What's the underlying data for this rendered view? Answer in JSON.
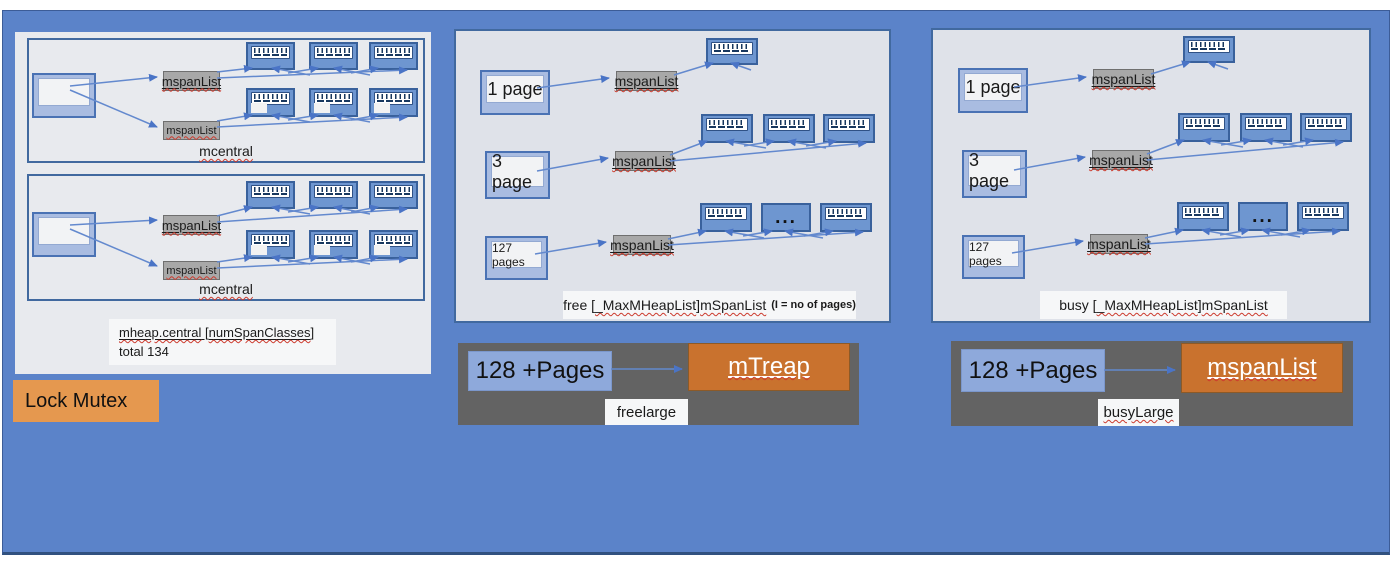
{
  "left_panel": {
    "mcentral": [
      {
        "label": "mcentral",
        "list_top": "mspanList",
        "list_bottom": "mspanList"
      },
      {
        "label": "mcentral",
        "list_top": "mspanList",
        "list_bottom": "mspanList"
      }
    ],
    "caption": {
      "name": "mheap.central",
      "bracket_open": " [",
      "classes": "numSpanClasses",
      "bracket_close": "]",
      "total": "total 134"
    }
  },
  "lock_mutex": {
    "label": "Lock Mutex"
  },
  "free_panel": {
    "rows": [
      {
        "page": "1 page",
        "list": "mspanList"
      },
      {
        "page": "3 page",
        "list": "mspanList"
      },
      {
        "page": "127 pages",
        "list": "mspanList"
      }
    ],
    "ellipsis": "...",
    "caption": {
      "prefix": "free [",
      "array": "_MaxMHeapList",
      "bracket_close": "]",
      "type": "mSpanList",
      "note": "(I = no of pages)"
    }
  },
  "busy_panel": {
    "rows": [
      {
        "page": "1 page",
        "list": "mspanList"
      },
      {
        "page": "3 page",
        "list": "mspanList"
      },
      {
        "page": "127 pages",
        "list": "mspanList"
      }
    ],
    "ellipsis": "...",
    "caption": {
      "prefix": "busy [",
      "array": "_MaxMHeapList",
      "bracket_close": "]",
      "type": "mSpanList"
    }
  },
  "freelarge": {
    "pages": "128 +Pages",
    "target": "mTreap",
    "label": "freelarge"
  },
  "busylarge": {
    "pages": "128 +Pages",
    "target": "mspanList",
    "label": "busyLarge"
  },
  "colors": {
    "slide_bg": "#5B83C9",
    "panel_bg": "#DFE2E9",
    "accent_border": "#41699F",
    "span_fill": "#6E96D0",
    "gray_box": "#A8A8A8",
    "dark_strip": "#636363",
    "orange_dark": "#C9722E",
    "orange_light": "#E5984F",
    "pages_blue": "#8EA9DB"
  }
}
